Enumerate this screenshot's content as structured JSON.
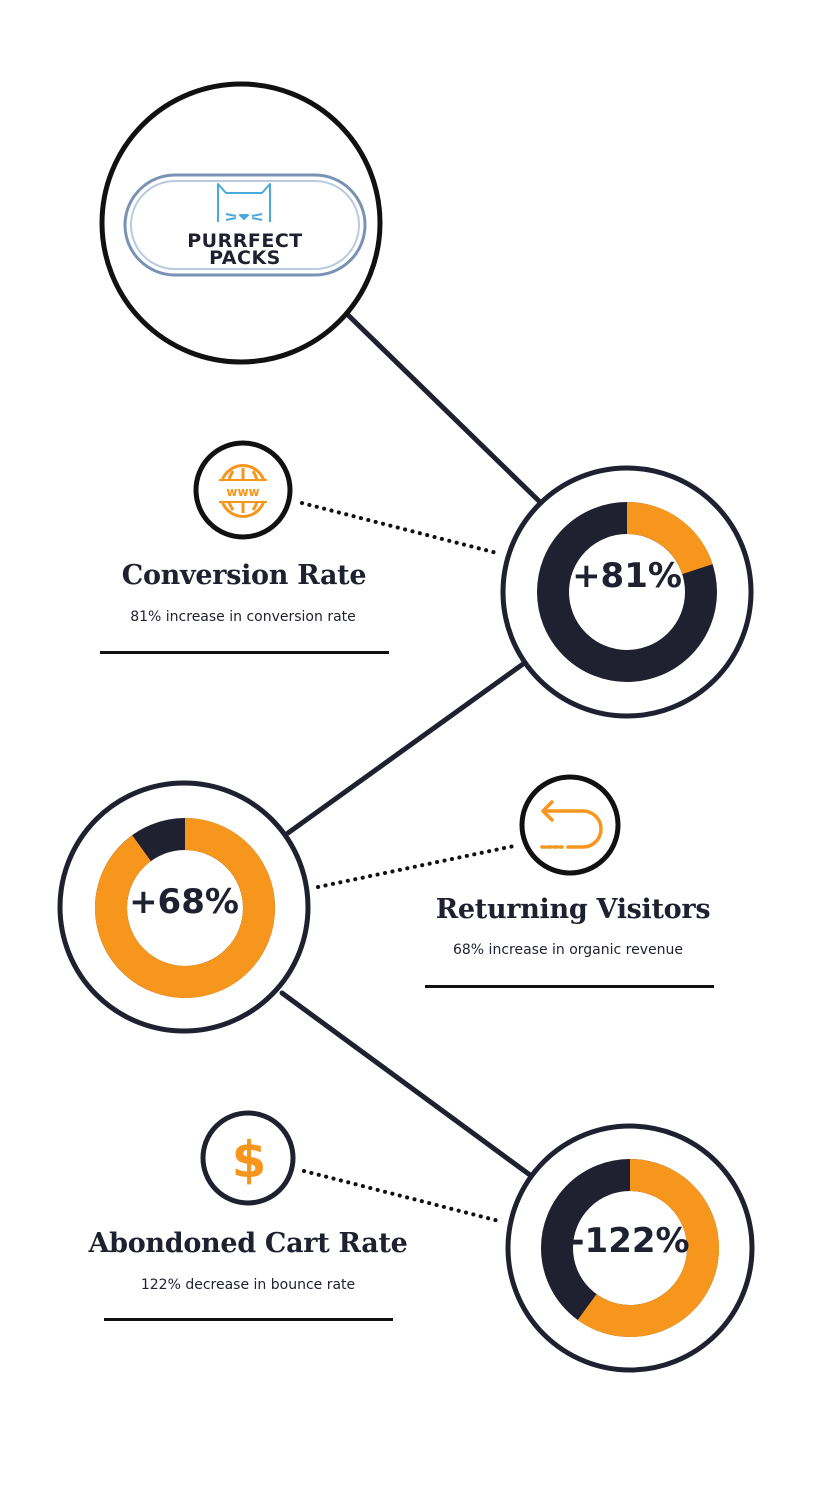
{
  "brand": {
    "name_line1": "PURRFECT",
    "name_line2": "PACKS"
  },
  "colors": {
    "accent": "#f7961d",
    "dark": "#1f2030",
    "ring": "#1f2030"
  },
  "stats": [
    {
      "value_label": "+81%",
      "value": 81,
      "title": "Conversion Rate",
      "description": "81% increase in conversion rate",
      "icon": "globe-www-icon",
      "donut_fill_fraction": 0.2
    },
    {
      "value_label": "+68%",
      "value": 68,
      "title": "Returning Visitors",
      "description": "68% increase in organic revenue",
      "icon": "return-arrow-icon",
      "donut_fill_fraction": 0.9
    },
    {
      "value_label": "-122%",
      "value": -122,
      "title": "Abondoned Cart Rate",
      "description": "122% decrease in bounce rate",
      "icon": "dollar-icon",
      "donut_fill_fraction": 0.6
    }
  ]
}
